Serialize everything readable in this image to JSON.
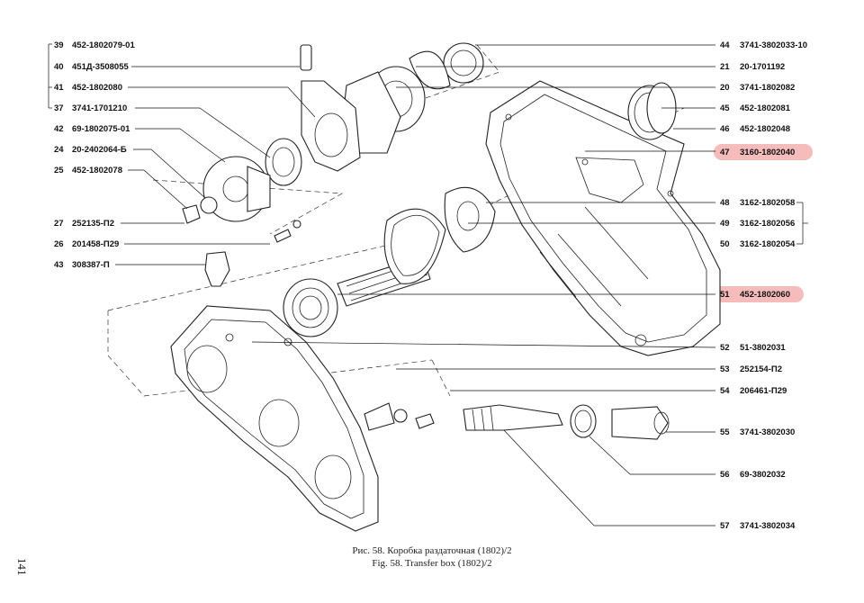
{
  "callouts_left": [
    {
      "num": "39",
      "code": "452-1802079-01"
    },
    {
      "num": "40",
      "code": "451Д-3508055"
    },
    {
      "num": "41",
      "code": "452-1802080"
    },
    {
      "num": "37",
      "code": "3741-1701210"
    },
    {
      "num": "42",
      "code": "69-1802075-01"
    },
    {
      "num": "24",
      "code": "20-2402064-Б"
    },
    {
      "num": "25",
      "code": "452-1802078"
    },
    {
      "num": "27",
      "code": "252135-П2"
    },
    {
      "num": "26",
      "code": "201458-П29"
    },
    {
      "num": "43",
      "code": "308387-П"
    }
  ],
  "callouts_right": [
    {
      "num": "44",
      "code": "3741-3802033-10"
    },
    {
      "num": "21",
      "code": "20-1701192"
    },
    {
      "num": "20",
      "code": "3741-1802082"
    },
    {
      "num": "45",
      "code": "452-1802081"
    },
    {
      "num": "46",
      "code": "452-1802048"
    },
    {
      "num": "47",
      "code": "3160-1802040"
    },
    {
      "num": "48",
      "code": "3162-1802058"
    },
    {
      "num": "49",
      "code": "3162-1802056"
    },
    {
      "num": "50",
      "code": "3162-1802054"
    },
    {
      "num": "51",
      "code": "452-1802060"
    },
    {
      "num": "52",
      "code": "51-3802031"
    },
    {
      "num": "53",
      "code": "252154-П2"
    },
    {
      "num": "54",
      "code": "206461-П29"
    },
    {
      "num": "55",
      "code": "3741-3802030"
    },
    {
      "num": "56",
      "code": "69-3802032"
    },
    {
      "num": "57",
      "code": "3741-3802034"
    }
  ],
  "caption_ru": "Рис. 58. Коробка раздаточная (1802)/2",
  "caption_en": "Fig. 58. Transfer box (1802)/2",
  "page_number": "141",
  "highlight_color": "#f3a6a6"
}
